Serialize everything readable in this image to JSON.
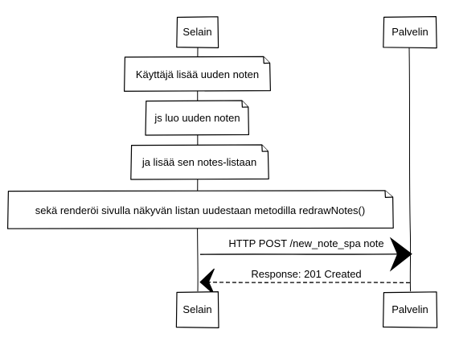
{
  "participants": {
    "client": {
      "label": "Selain"
    },
    "server": {
      "label": "Palvelin"
    }
  },
  "notes": [
    {
      "text": "Käyttäjä lisää uuden noten"
    },
    {
      "text": "js luo uuden noten"
    },
    {
      "text": "ja lisää sen notes-listaan"
    },
    {
      "text": "sekä renderöi sivulla näkyvän listan uudestaan metodilla redrawNotes()"
    }
  ],
  "messages": {
    "request": {
      "text": "HTTP POST /new_note_spa note",
      "style": "solid"
    },
    "response": {
      "text": "Response: 201 Created",
      "style": "dashed"
    }
  },
  "colors": {
    "stroke": "#000000",
    "fill": "#ffffff"
  }
}
